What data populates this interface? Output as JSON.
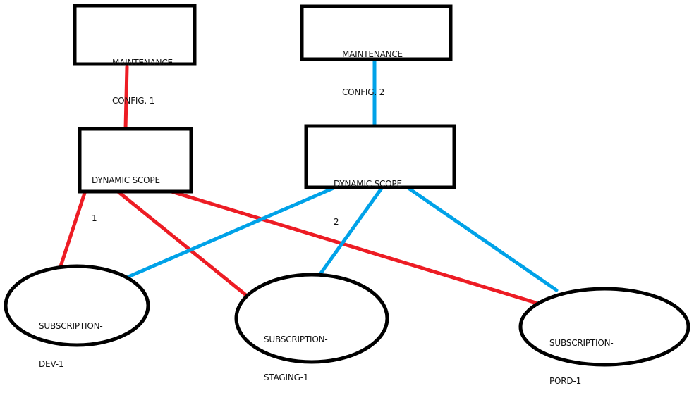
{
  "colors": {
    "outline": "#000000",
    "config1_edges": "#ED1C24",
    "config2_edges": "#00A2E8",
    "background": "#FFFFFF"
  },
  "nodes": {
    "maintenance_config_1": {
      "line1": "MAINTENANCE",
      "line2": "CONFIG. 1",
      "shape": "rectangle"
    },
    "maintenance_config_2": {
      "line1": "MAINTENANCE",
      "line2": "CONFIG. 2",
      "shape": "rectangle"
    },
    "dynamic_scope_1": {
      "line1": "DYNAMIC SCOPE",
      "line2": "1",
      "shape": "rectangle"
    },
    "dynamic_scope_2": {
      "line1": "DYNAMIC SCOPE",
      "line2": "2",
      "shape": "rectangle"
    },
    "subscription_dev_1": {
      "line1": "SUBSCRIPTION-",
      "line2": "DEV-1",
      "shape": "ellipse"
    },
    "subscription_staging_1": {
      "line1": "SUBSCRIPTION-",
      "line2": "STAGING-1",
      "shape": "ellipse"
    },
    "subscription_pord_1": {
      "line1": "SUBSCRIPTION-",
      "line2": "PORD-1",
      "shape": "ellipse"
    }
  },
  "edges": [
    {
      "from": "maintenance_config_1",
      "to": "dynamic_scope_1",
      "color": "config1_edges"
    },
    {
      "from": "dynamic_scope_1",
      "to": "subscription_dev_1",
      "color": "config1_edges"
    },
    {
      "from": "dynamic_scope_1",
      "to": "subscription_staging_1",
      "color": "config1_edges"
    },
    {
      "from": "dynamic_scope_1",
      "to": "subscription_pord_1",
      "color": "config1_edges"
    },
    {
      "from": "maintenance_config_2",
      "to": "dynamic_scope_2",
      "color": "config2_edges"
    },
    {
      "from": "dynamic_scope_2",
      "to": "subscription_dev_1",
      "color": "config2_edges"
    },
    {
      "from": "dynamic_scope_2",
      "to": "subscription_staging_1",
      "color": "config2_edges"
    },
    {
      "from": "dynamic_scope_2",
      "to": "subscription_pord_1",
      "color": "config2_edges"
    }
  ]
}
